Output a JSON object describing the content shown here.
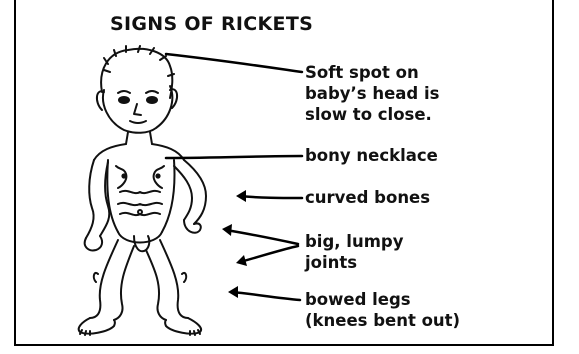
{
  "title": "SIGNS OF RICKETS",
  "labels": {
    "soft_spot": [
      "Soft spot on",
      "baby’s head is",
      "slow to close."
    ],
    "necklace": "bony necklace",
    "curved": "curved bones",
    "joints": [
      "big, lumpy",
      "joints"
    ],
    "bowed": [
      "bowed legs",
      "(knees bent out)"
    ]
  }
}
